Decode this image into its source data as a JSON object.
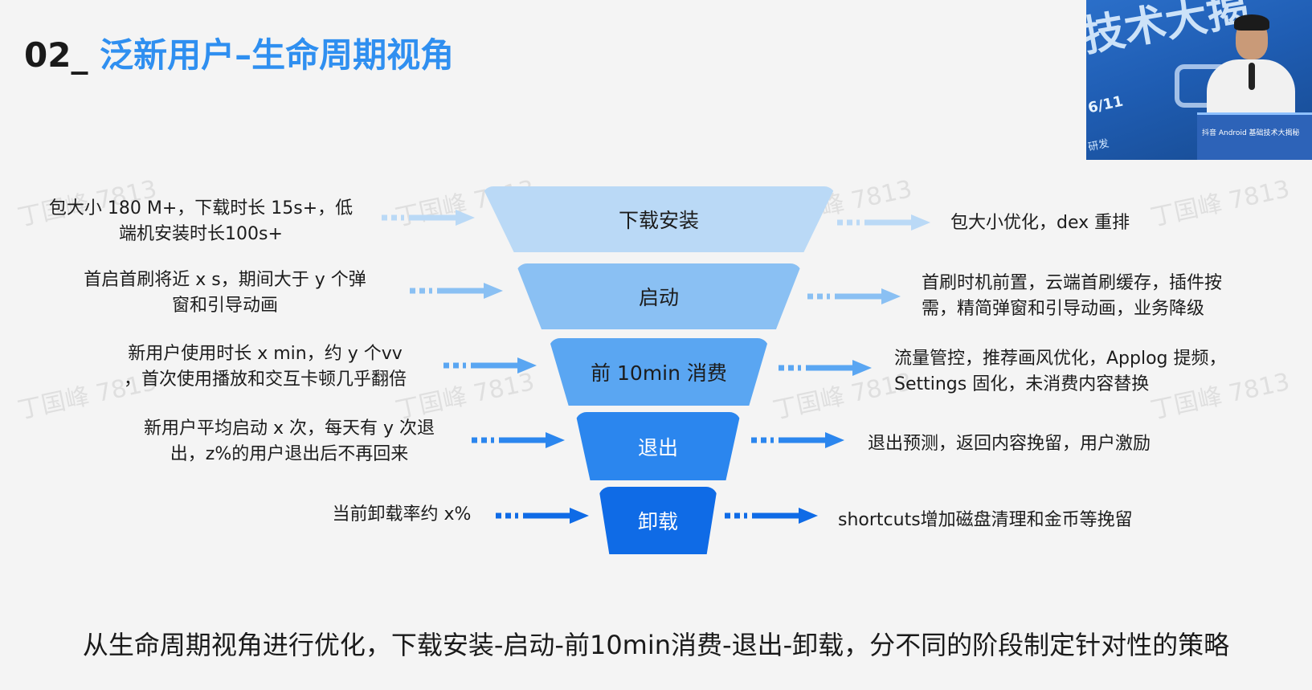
{
  "title": {
    "number": "02_",
    "text": "泛新用户–生命周期视角"
  },
  "watermark": "丁国峰 7813",
  "colors": {
    "accent": "#2f8ff0",
    "stage_download": "#bad9f6",
    "stage_launch": "#8ac0f3",
    "stage_first10": "#5aa6f2",
    "stage_exit": "#2b86ee",
    "stage_uninstall": "#0f6be6"
  },
  "video_overlay": {
    "banner": "技术大揭",
    "date": "6/11",
    "dept": "研发",
    "podium_label": "抖音 Android 基础技术大揭秘"
  },
  "stages": [
    {
      "label": "下载安装",
      "problem": [
        "包大小 180 M+，下载时长 15s+，低",
        "端机安装时长100s+"
      ],
      "strategy": [
        "包大小优化，dex 重排"
      ]
    },
    {
      "label": "启动",
      "problem": [
        "首启首刷将近 x s，期间大于 y 个弹",
        "窗和引导动画"
      ],
      "strategy": [
        "首刷时机前置，云端首刷缓存，插件按",
        "需，精简弹窗和引导动画，业务降级"
      ]
    },
    {
      "label": "前 10min 消费",
      "problem": [
        "新用户使用时长 x min，约 y 个vv",
        "，首次使用播放和交互卡顿几乎翻倍"
      ],
      "strategy": [
        "流量管控，推荐画风优化，Applog 提频，",
        "Settings 固化，未消费内容替换"
      ]
    },
    {
      "label": "退出",
      "problem": [
        "新用户平均启动 x 次，每天有 y 次退",
        "出，z%的用户退出后不再回来"
      ],
      "strategy": [
        "退出预测，返回内容挽留，用户激励"
      ]
    },
    {
      "label": "卸载",
      "problem": [
        "当前卸载率约 x%"
      ],
      "strategy": [
        "shortcuts增加磁盘清理和金币等挽留"
      ]
    }
  ],
  "caption": "从生命周期视角进行优化，下载安装-启动-前10min消费-退出-卸载，分不同的阶段制定针对性的策略"
}
